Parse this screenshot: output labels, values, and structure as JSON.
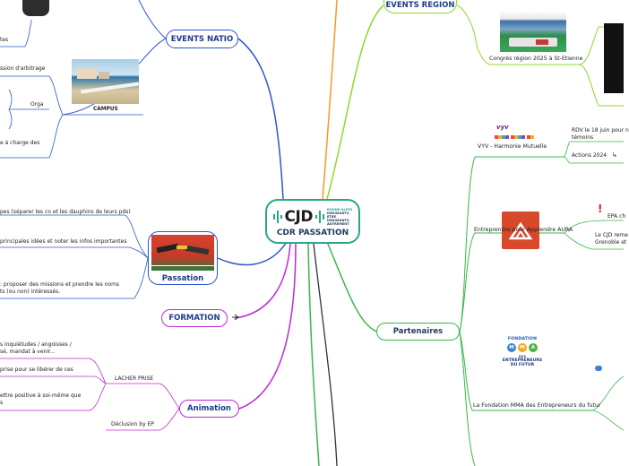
{
  "center": {
    "title": "CDR PASSATION",
    "logo_text": "CJD",
    "logo_tagline": [
      "RHÔNE-ALPES",
      "DIRIGEANTS",
      "ETRE",
      "DIRIGEANTS",
      "AUTREMENT"
    ]
  },
  "branches": {
    "events_natio": "EVENTS NATIO",
    "events_region": "EVENTS REGION",
    "passation": "Passation",
    "formation": "FORMATION",
    "animation": "Animation",
    "partenaires": "Partenaires"
  },
  "events_natio": {
    "item_tes": "tes",
    "item_arbitrage": "ssion d'arbitrage",
    "campus": "CAMPUS",
    "orga": "Orga",
    "charge": "e à charge des"
  },
  "events_region": {
    "congres": "Congrès région 2025 à St-Etienne"
  },
  "passation": {
    "note1": "pes (séparer les co et les dauphins de leurs pds)",
    "note2": "principales idées et noter les infos importantes",
    "note3_line1": ": proposer des missions et prendre les noms",
    "note3_line2": "ts (ou non) intéressés."
  },
  "animation": {
    "note1_line1": "s inquiétudes / angoisses /",
    "note1_line2": "sé, mandat à venir...",
    "note2": "prise pour se libérer de ces",
    "lacher_prise": "LACHER PRISE",
    "note3_line1": "ettre positive à soi-même que",
    "note3_line2": "s",
    "declusion": "Déclusion by EP"
  },
  "partenaires": {
    "vyv_logo": "vyv",
    "vyv_caption": "VYV - Harmonie Mutuelle",
    "rdv_line1": "RDV le 18 juin pour n",
    "rdv_line2": "témoins",
    "actions": "Actions 2024",
    "epa_caption": "Entreprendre pour Apprendre AURA",
    "epa_short": "EPA ch",
    "cjd_line1": "Le CJD reme",
    "cjd_line2": "Grenoble et",
    "mma_logo": [
      "FONDATION",
      "M",
      "M",
      "A",
      "DES",
      "ENTREPRENEURS",
      "DU FUTUR"
    ],
    "mma_caption": "La Fondation MMA des Entrepreneurs du futur"
  },
  "icons": {
    "formation_marker": "arrow-icon",
    "warning": "exclamation-icon",
    "notes": "note-icon"
  },
  "colors": {
    "events_natio": "#2d57c9",
    "events_region": "#8fd92a",
    "passation": "#2d57c9",
    "formation": "#c027d9",
    "animation": "#c027d9",
    "partenaires": "#37b84a",
    "orange": "#f59a23",
    "center_border": "#2aa58c"
  }
}
